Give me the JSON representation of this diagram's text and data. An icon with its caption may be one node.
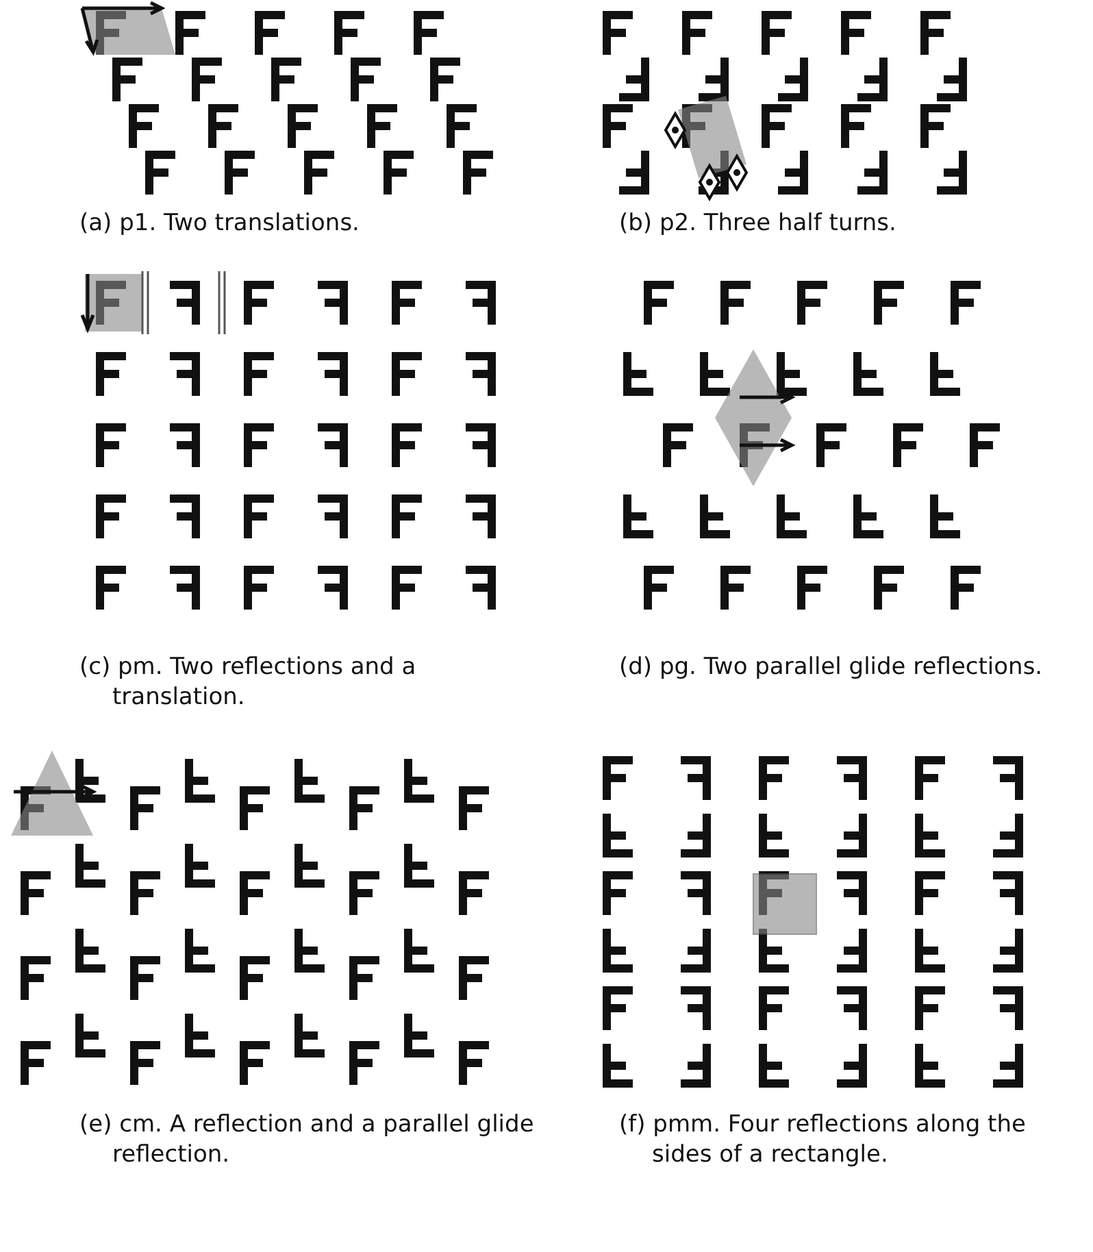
{
  "diagram": {
    "labels": [
      "(a) p1. Two translations.",
      "(b) p2. Three half turns.",
      "(c) pm. Two reflections and a translation.",
      "(d) pg. Two parallel glide reflections.",
      "(e) cm. A reflection and a parallel glide reflection.",
      "(f) pmm. Four reflections along the sides of a rectangle."
    ]
  }
}
